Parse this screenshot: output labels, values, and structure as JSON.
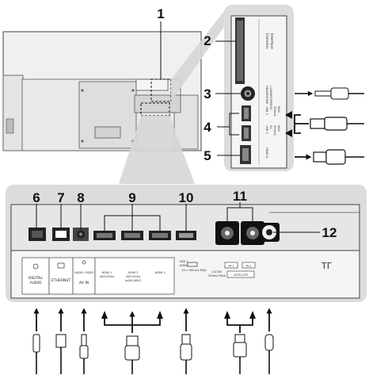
{
  "callouts": [
    "1",
    "2",
    "3",
    "4",
    "5",
    "6",
    "7",
    "8",
    "9",
    "10",
    "11",
    "12"
  ],
  "side_panel": {
    "ci": [
      "Common",
      "Interface"
    ],
    "headphone": [
      "HEADPHONE",
      "/ SUBWOOFER"
    ],
    "usb3": [
      "USB 3",
      "5V",
      "900mA",
      "MAX"
    ],
    "usb2": [
      "USB 2",
      "5V",
      "500mA",
      "MAX"
    ],
    "hdmi4": "HDMI 4"
  },
  "bottom_panel": {
    "digital_audio": [
      "DIGITAL",
      "AUDIO"
    ],
    "ethernet": "ETHERNET",
    "av_in": [
      "AUDIO",
      "VIDEO",
      "AV IN"
    ],
    "hdmi1": [
      "HDMI 1",
      "(4K120Hz)"
    ],
    "hdmi2": [
      "HDMI 2",
      "(4K120Hz)",
      "(eARC/ARC)"
    ],
    "hdmi3": "HDMI 3",
    "usb1": [
      "USB 1",
      "(HDD)",
      "5V ═ 900mA MAX"
    ],
    "sat_in1": "IN 1",
    "sat_in2": "IN 2",
    "sat_volt": [
      "13/18V",
      "500mA MAX"
    ],
    "satellite": "SATELLITE"
  }
}
